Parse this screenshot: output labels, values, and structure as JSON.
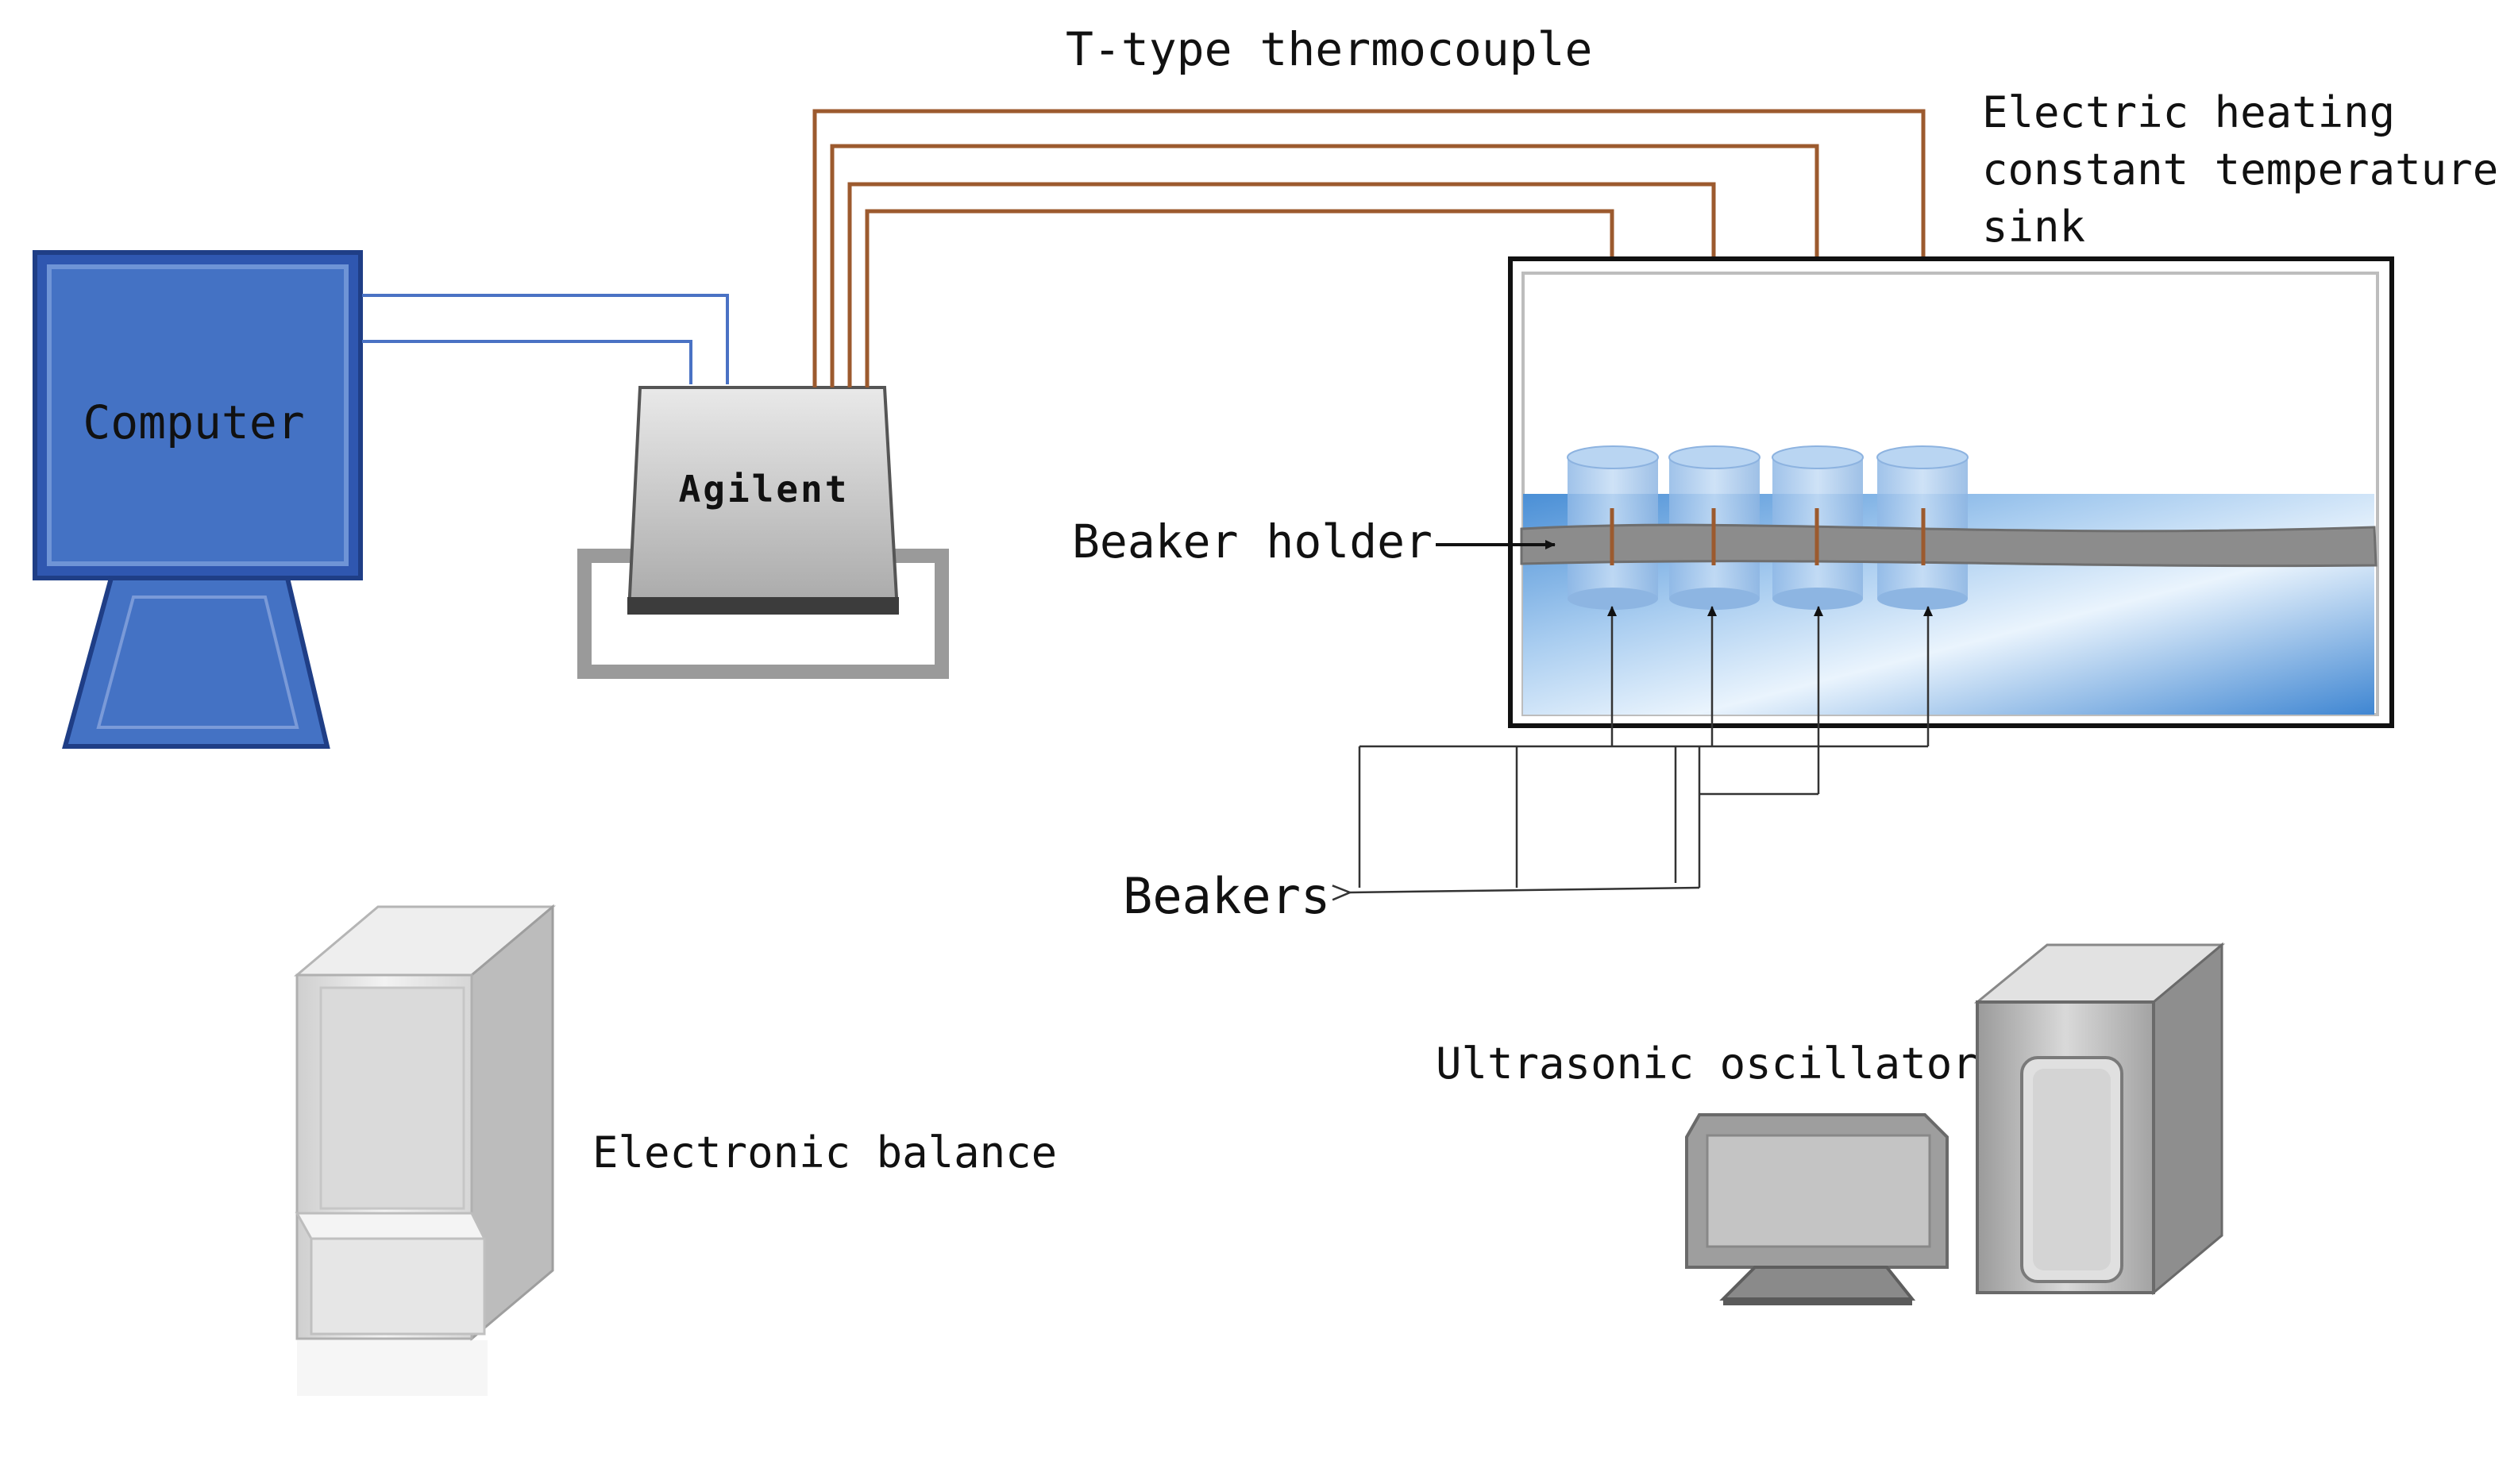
{
  "labels": {
    "computer": "Computer",
    "agilent": "Agilent",
    "thermocouple": "T-type thermocouple",
    "sink_line1": "Electric heating",
    "sink_line2": "constant temperature",
    "sink_line3": "sink",
    "beaker_holder": "Beaker holder",
    "beakers": "Beakers",
    "electronic_balance": "Electronic balance",
    "ultrasonic_oscillator": "Ultrasonic oscillator"
  },
  "colors": {
    "computer_blue": "#4472c4",
    "cable_blue": "#4a72c4",
    "thermocouple_wire": "#9c5a2e",
    "water": "#6fa8dc",
    "holder_gray": "#8c8c8c"
  }
}
